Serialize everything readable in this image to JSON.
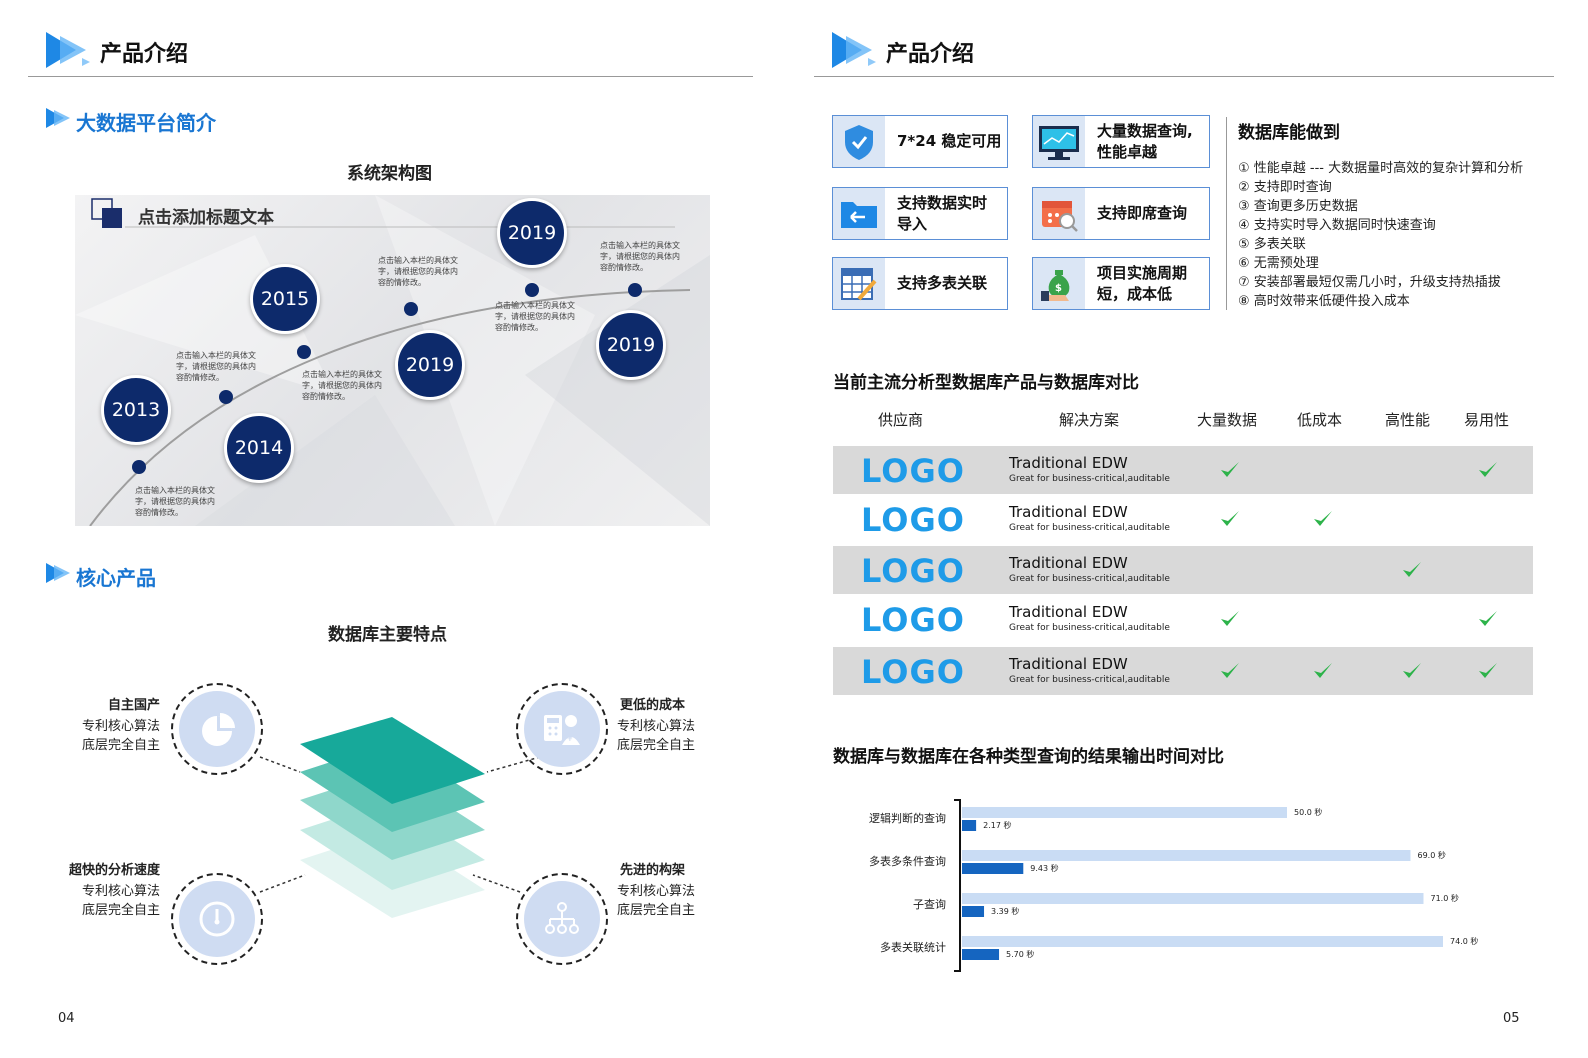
{
  "left": {
    "page_title": "产品介绍",
    "section1": "大数据平台简介",
    "arch_title": "系统架构图",
    "timeline_header": "点击添加标题文本",
    "bubbles": [
      "2013",
      "2014",
      "2015",
      "2019",
      "2019",
      "2019"
    ],
    "placeholder_text": "点击输入本栏的具体文字，请根据您的具体内容酌情修改。",
    "section2": "核心产品",
    "features_title": "数据库主要特点",
    "features": [
      {
        "name": "自主国产",
        "desc1": "专利核心算法",
        "desc2": "底层完全自主"
      },
      {
        "name": "更低的成本",
        "desc1": "专利核心算法",
        "desc2": "底层完全自主"
      },
      {
        "name": "超快的分析速度",
        "desc1": "专利核心算法",
        "desc2": "底层完全自主"
      },
      {
        "name": "先进的构架",
        "desc1": "专利核心算法",
        "desc2": "底层完全自主"
      }
    ],
    "page_number": "04"
  },
  "right": {
    "page_title": "产品介绍",
    "cards": [
      {
        "label": "7*24 稳定可用",
        "icon": "shield-check-icon"
      },
      {
        "label": "大量数据查询,\n性能卓越",
        "icon": "monitor-chart-icon"
      },
      {
        "label": "支持数据实时\n导入",
        "icon": "folder-import-icon"
      },
      {
        "label": "支持即席查询",
        "icon": "calendar-search-icon"
      },
      {
        "label": "支持多表关联",
        "icon": "table-edit-icon"
      },
      {
        "label": "项目实施周期\n短，成本低",
        "icon": "money-bag-icon"
      }
    ],
    "can_title": "数据库能做到",
    "can_items": [
      "① 性能卓越 --- 大数据量时高效的复杂计算和分析",
      "② 支持即时查询",
      "③ 查询更多历史数据",
      "④ 支持实时导入数据同时快速查询",
      "⑤ 多表关联",
      "⑥ 无需预处理",
      "⑦ 安装部署最短仅需几小时，升级支持热插拔",
      "⑧ 高时效带来低硬件投入成本"
    ],
    "compare_title": "当前主流分析型数据库产品与数据库对比",
    "headers": [
      "供应商",
      "解决方案",
      "大量数据",
      "低成本",
      "高性能",
      "易用性"
    ],
    "rows": [
      {
        "logo": "LOGO",
        "name": "Traditional EDW",
        "desc": "Great for business-critical,auditable",
        "checks": [
          true,
          false,
          false,
          true
        ]
      },
      {
        "logo": "LOGO",
        "name": "Traditional EDW",
        "desc": "Great for business-critical,auditable",
        "checks": [
          true,
          true,
          false,
          false
        ]
      },
      {
        "logo": "LOGO",
        "name": "Traditional EDW",
        "desc": "Great for business-critical,auditable",
        "checks": [
          false,
          false,
          true,
          false
        ]
      },
      {
        "logo": "LOGO",
        "name": "Traditional EDW",
        "desc": "Great for business-critical,auditable",
        "checks": [
          true,
          false,
          false,
          true
        ]
      },
      {
        "logo": "LOGO",
        "name": "Traditional EDW",
        "desc": "Great for business-critical,auditable",
        "checks": [
          true,
          true,
          true,
          true
        ]
      }
    ],
    "page_number": "05",
    "colors": {
      "accent": "#1976d2",
      "check": "#2db34a",
      "bar_light": "#c9dcf4",
      "bar_dark": "#1565c0"
    }
  },
  "chart_data": {
    "type": "bar",
    "title": "数据库与数据库在各种类型查询的结果输出时间对比",
    "categories": [
      "逻辑判断的查询",
      "多表多条件查询",
      "子查询",
      "多表关联统计"
    ],
    "series": [
      {
        "values": [
          50.0,
          69.0,
          71.0,
          74.0
        ],
        "labels": [
          "50.0 秒",
          "69.0 秒",
          "71.0 秒",
          "74.0 秒"
        ]
      },
      {
        "values": [
          2.17,
          9.43,
          3.39,
          5.7
        ],
        "labels": [
          "2.17 秒",
          "9.43 秒",
          "3.39 秒",
          "5.70 秒"
        ]
      }
    ],
    "xlim": [
      0,
      80
    ],
    "orientation": "horizontal"
  }
}
